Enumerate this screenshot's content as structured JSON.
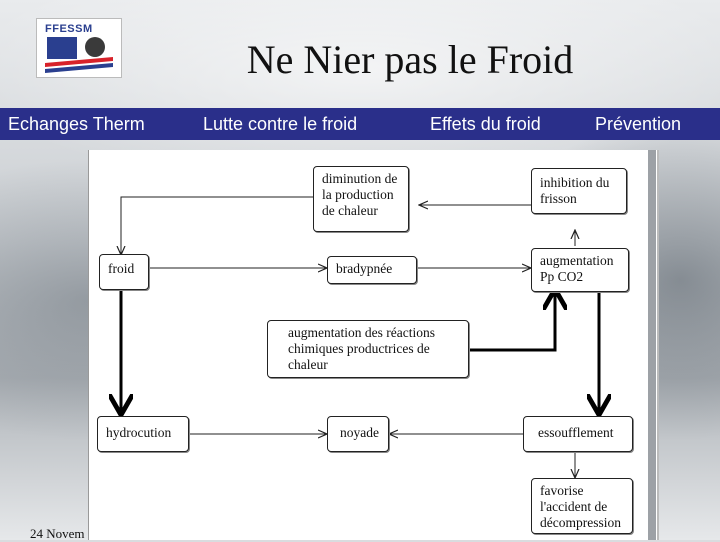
{
  "title": "Ne Nier pas le Froid",
  "logo": {
    "text": "FFESSM"
  },
  "nav": {
    "items": [
      "Echanges Therm",
      "Lutte contre le froid",
      "Effets du froid",
      "Prévention"
    ]
  },
  "footer": {
    "date": "24 Novem"
  },
  "diagram": {
    "boxes": {
      "diminution": "diminution de la production de chaleur",
      "inhibition": "inhibition du frisson",
      "froid": "froid",
      "bradypnee": "bradypnée",
      "augmentation_co2": "augmentation Pp CO2",
      "reactions": "augmentation des réactions chimiques productrices de chaleur",
      "hydrocution": "hydrocution",
      "noyade": "noyade",
      "essoufflement": "essoufflement",
      "accident": "favorise l'accident de décompression"
    }
  }
}
